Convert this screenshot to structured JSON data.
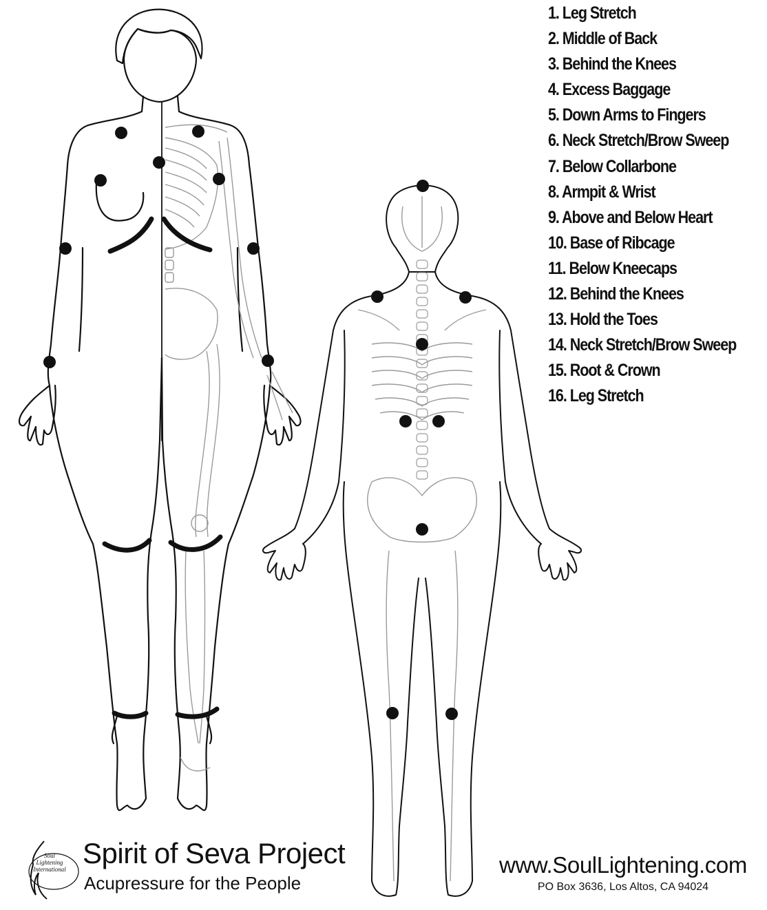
{
  "steps": [
    "1. Leg Stretch",
    "2. Middle of Back",
    "3. Behind the Knees",
    "4. Excess Baggage",
    "5. Down Arms to Fingers",
    "6. Neck Stretch/Brow Sweep",
    "7. Below Collarbone",
    "8. Armpit & Wrist",
    "9. Above and Below Heart",
    "10. Base of Ribcage",
    "11. Below Kneecaps",
    "12. Behind the Knees",
    "13. Hold the Toes",
    "14. Neck Stretch/Brow Sweep",
    "15. Root & Crown",
    "16. Leg Stretch"
  ],
  "brand": {
    "title": "Spirit of Seva Project",
    "tagline": "Acupressure for the People",
    "logo_text": "Soul Lightening International"
  },
  "contact": {
    "website": "www.SoulLightening.com",
    "address": "PO Box 3636, Los Altos, CA 94024"
  },
  "colors": {
    "ink": "#111111",
    "skeleton": "#9a9a9a",
    "background": "#ffffff"
  }
}
